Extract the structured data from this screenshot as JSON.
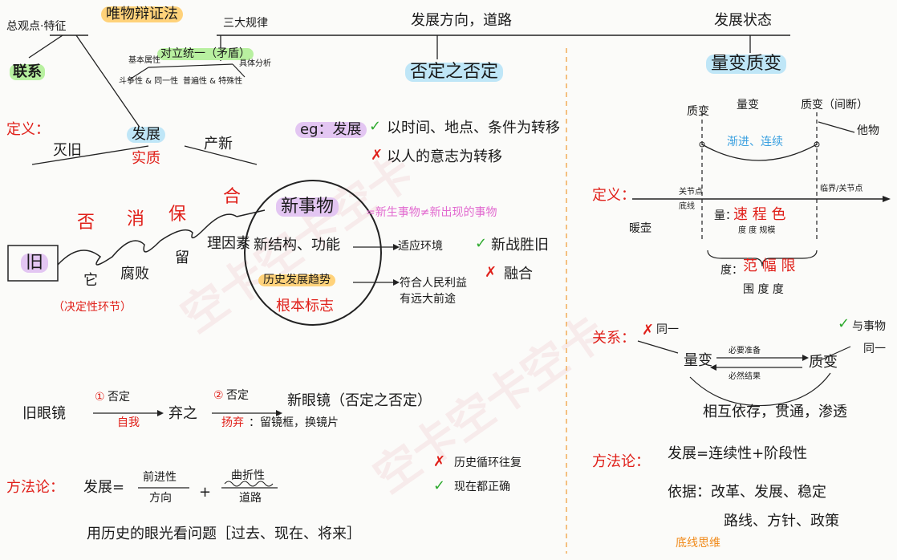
{
  "header": {
    "title": "唯物辩证法",
    "left_label": "总观点·特征",
    "three_laws": "三大规律",
    "direction": "发展方向，道路",
    "state": "发展状态"
  },
  "left_column": {
    "lianxi": "联系",
    "duili": "对立统一（矛盾）",
    "duili_small_1": "基本属性",
    "duili_small_2": "斗争性 & 同一性",
    "duili_small_3": "普遍性 & 特殊性",
    "duili_small_4": "具体分析"
  },
  "middle_top": {
    "fouding": "否定之否定",
    "dingyi": "定义：",
    "fazhan": "发展",
    "shizhi": "实质",
    "jiu": "灭旧",
    "xin": "产新",
    "eg": "eg：发展",
    "check_text": "以时间、地点、条件为转移",
    "cross_text": "以人的意志为转移"
  },
  "middle_flow": {
    "old": "旧",
    "wave_labels": [
      "否",
      "消",
      "保",
      "合"
    ],
    "below_1": "它",
    "below_1_note": "（决定性环节）",
    "below_2": "腐败",
    "below_3": "留",
    "below_4": "理因素",
    "new_thing": "新事物",
    "pink_note": "=新生事物≠新出现的事物",
    "new_struct": "新结构、功能",
    "history": "历史发展趋势",
    "root": "根本标志",
    "arrow_1": "适应环境",
    "arrow_2a": "符合人民利益",
    "arrow_2b": "有远大前途",
    "check_2": "新战胜旧",
    "cross_2": "融合"
  },
  "middle_bottom": {
    "glasses_old": "旧眼镜",
    "step1_circle": "①",
    "step1": "否定",
    "step1_under": "自我",
    "abandon": "弃之",
    "step2_circle": "②",
    "step2": "否定",
    "step2_under": "扬弃",
    "step2_after": "：留镜框，换镜片",
    "glasses_new": "新眼镜（否定之否定）",
    "method": "方法论：",
    "dev_eq": "发展=",
    "frac1_top": "前进性",
    "frac1_bot": "方向",
    "plus": "+",
    "frac2_top": "曲折性",
    "frac2_bot": "道路",
    "cross_3": "历史循环往复",
    "check_3": "现在都正确",
    "history_view": "用历史的眼光看问题［过去、现在、将来］"
  },
  "right_column": {
    "liangbian": "量变质变",
    "zhibian1": "质变",
    "liangbian2": "量变",
    "zhibian2": "质变（间断）",
    "other": "他物",
    "jianjin": "渐进、连续",
    "dingyi": "定义：",
    "guanjiandian": "关节点",
    "dixian": "底线",
    "linjie": "临界/关节点",
    "heater": "暖壶",
    "liang": "量：",
    "liang_red": "速 程 色",
    "liang_sub": "度 度 规模",
    "du": "度：",
    "du_red": "范 幅 限",
    "du_sub": "围 度 度",
    "guanxi": "关系：",
    "tongyi_cross": "同一",
    "liangbian3": "量变",
    "zhunbei": "必要准备",
    "zhibian3": "质变",
    "tongyi2": "同一",
    "check_4": "与事物",
    "jieguo": "必然结果",
    "xianghu": "相互依存，贯通，渗透",
    "method": "方法论：",
    "method_eq": "发展=连续性+阶段性",
    "yiju": "依据：改革、发展、稳定",
    "yiju2": "路线、方针、政策",
    "bottom_note": "底线思维"
  },
  "watermark": "空卡空卡空卡"
}
